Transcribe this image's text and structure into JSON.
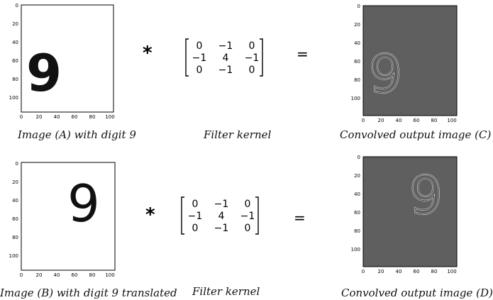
{
  "panels": [
    {
      "id": "A",
      "y_ticks": [
        "0",
        "20",
        "40",
        "60",
        "80",
        "100"
      ],
      "x_ticks": [
        "0",
        "20",
        "40",
        "60",
        "80",
        "100"
      ],
      "digit": "9",
      "caption": "Image (A) with digit 9"
    },
    {
      "id": "B",
      "y_ticks": [
        "0",
        "20",
        "40",
        "60",
        "80",
        "100"
      ],
      "x_ticks": [
        "0",
        "20",
        "40",
        "60",
        "80",
        "100"
      ],
      "digit": "9",
      "caption": "Image (B) with digit 9 translated"
    },
    {
      "id": "C",
      "y_ticks": [
        "0",
        "20",
        "40",
        "60",
        "80",
        "100"
      ],
      "x_ticks": [
        "0",
        "20",
        "40",
        "60",
        "80",
        "100"
      ],
      "digit": "9",
      "caption": "Convolved output image (C)"
    },
    {
      "id": "D",
      "y_ticks": [
        "0",
        "20",
        "40",
        "60",
        "80",
        "100"
      ],
      "x_ticks": [
        "0",
        "20",
        "40",
        "60",
        "80",
        "100"
      ],
      "digit": "9",
      "caption": "Convolved output image (D)"
    }
  ],
  "kernels": [
    {
      "matrix": [
        [
          "0",
          "−1",
          "0"
        ],
        [
          "−1",
          "4",
          "−1"
        ],
        [
          "0",
          "−1",
          "0"
        ]
      ],
      "caption": "Filter kernel"
    },
    {
      "matrix": [
        [
          "0",
          "−1",
          "0"
        ],
        [
          "−1",
          "4",
          "−1"
        ],
        [
          "0",
          "−1",
          "0"
        ]
      ],
      "caption": "Filter kernel"
    }
  ],
  "operators": {
    "convolve": "*",
    "equals": "="
  },
  "colors": {
    "output_background": "#5f5f5f",
    "digit": "#111111",
    "edge_light": "#d0d0d0"
  }
}
